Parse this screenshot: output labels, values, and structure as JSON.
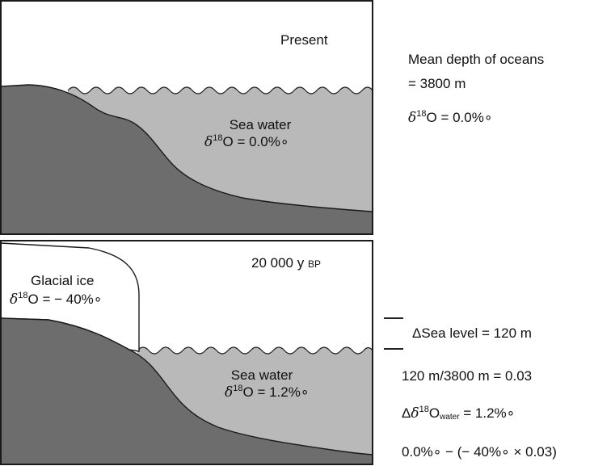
{
  "colors": {
    "land": "#6d6d6d",
    "sea": "#b9b9b9",
    "ice": "#ffffff",
    "border": "#1a1a1a"
  },
  "top_panel": {
    "title": "Present",
    "water_label": "Sea water",
    "water_delta_value": "O = 0.0%∘"
  },
  "bottom_panel": {
    "title_number": "20 000 y",
    "title_unit": "BP",
    "ice_label": "Glacial ice",
    "ice_delta_value": "O = − 40%∘",
    "water_label": "Sea water",
    "water_delta_value": "O = 1.2%∘"
  },
  "delta_symbol": "δ",
  "isotope_superscript": "18",
  "right_notes": {
    "mean_depth_line1": "Mean depth of oceans",
    "mean_depth_line2": "= 3800 m",
    "present_delta_value": "O = 0.0%∘",
    "sea_level_change": "ΔSea level = 120 m",
    "ratio": "120 m/3800 m = 0.03",
    "delta_water_prefix": "Δ",
    "delta_water_suffix": "O",
    "delta_water_sub": "water",
    "delta_water_value": " = 1.2%∘",
    "formula": "0.0%∘ − (− 40%∘ × 0.03)"
  }
}
